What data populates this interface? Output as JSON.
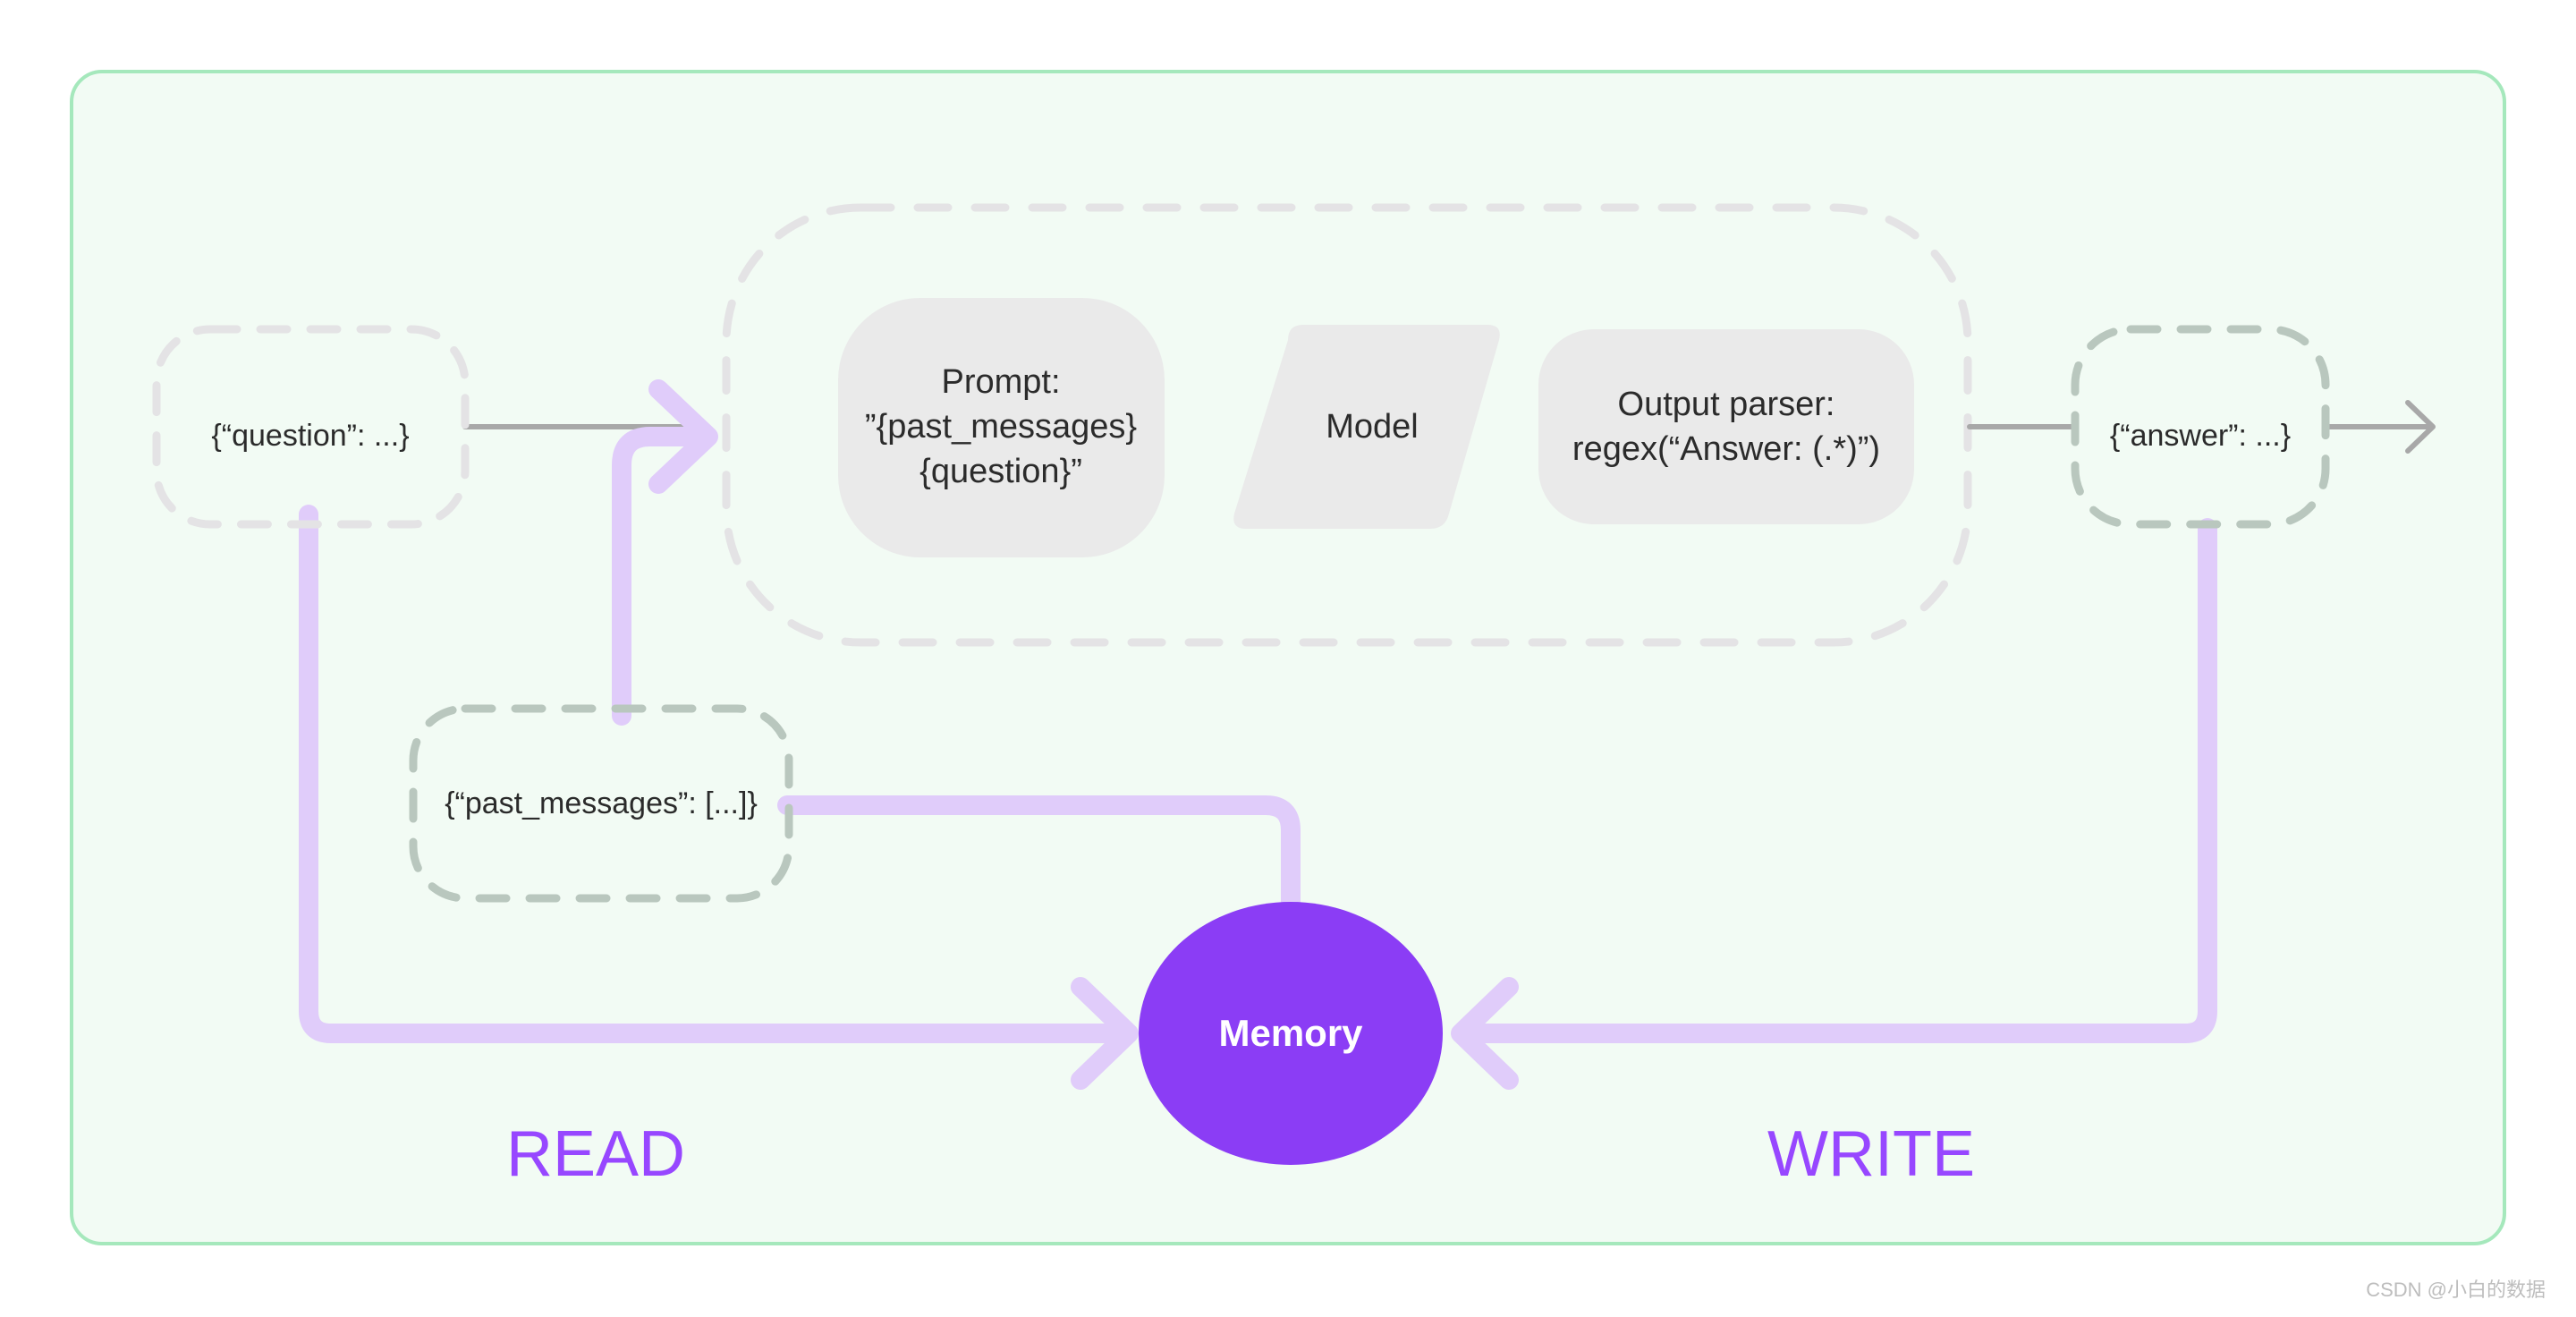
{
  "canvas": {
    "background_color": "#F2FBF4",
    "border_color": "#A5E8BC"
  },
  "colors": {
    "chain_boundary": "#E4E3E5",
    "io_node_border": "#B9C7BE",
    "question_node_border": "#E4E3E5",
    "component_fill": "#EAEAEA",
    "connector_gray": "#A8A8A8",
    "memory_purple": "#8B3DF5",
    "memory_arrow": "#E0CCFA",
    "read_write_text": "#9747FF",
    "node_text": "#2b2b2b"
  },
  "nodes": {
    "question": {
      "label": "{“question”: ...}",
      "shape": "dashed-rounded-rect"
    },
    "past_messages": {
      "label": "{“past_messages”: [...]}",
      "shape": "dashed-rounded-rect"
    },
    "answer": {
      "label": "{“answer”: ...}",
      "shape": "dashed-rounded-rect"
    },
    "memory": {
      "label": "Memory",
      "shape": "ellipse"
    }
  },
  "chain": {
    "boundary_shape": "dashed-rounded-rect",
    "components": [
      {
        "name": "prompt",
        "shape": "rounded-rect",
        "lines": [
          "Prompt:",
          "”{past_messages}",
          "{question}”"
        ]
      },
      {
        "name": "model",
        "shape": "parallelogram",
        "lines": [
          "Model"
        ]
      },
      {
        "name": "output_parser",
        "shape": "rounded-rect",
        "lines": [
          "Output parser:",
          "regex(“Answer: (.*)”)"
        ]
      }
    ]
  },
  "flow_labels": {
    "read": "READ",
    "write": "WRITE"
  },
  "watermark": {
    "text": "CSDN @小白的数据"
  }
}
